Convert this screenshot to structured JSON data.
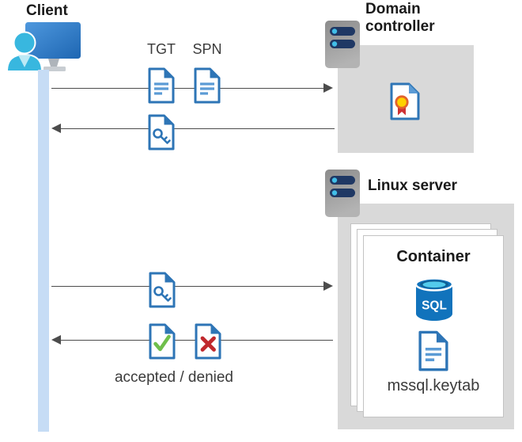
{
  "actors": {
    "client": {
      "label": "Client"
    },
    "domain_controller": {
      "label": "Domain controller"
    },
    "linux_server": {
      "label": "Linux server"
    },
    "container": {
      "label": "Container",
      "sql_badge": "SQL",
      "keytab_file": "mssql.keytab"
    }
  },
  "flow": {
    "request_to_dc": {
      "tgt_label": "TGT",
      "spn_label": "SPN"
    },
    "response_to_client": {
      "result_label": "accepted / denied"
    }
  },
  "colors": {
    "document_blue": "#2E75B6",
    "document_line_blue": "#5B9BD5",
    "check_green": "#6FBF4B",
    "cross_red": "#C0282D",
    "panel_gray": "#D9D9D9",
    "lifeline_blue": "#C6DCF5",
    "arrow_gray": "#4C4C4C",
    "sql_blue": "#1173BC",
    "server_bar_navy": "#1F3864",
    "server_dot_cyan": "#41BEE8",
    "badge_yellow": "#FFD100",
    "badge_ribbon_red": "#CE3234"
  }
}
